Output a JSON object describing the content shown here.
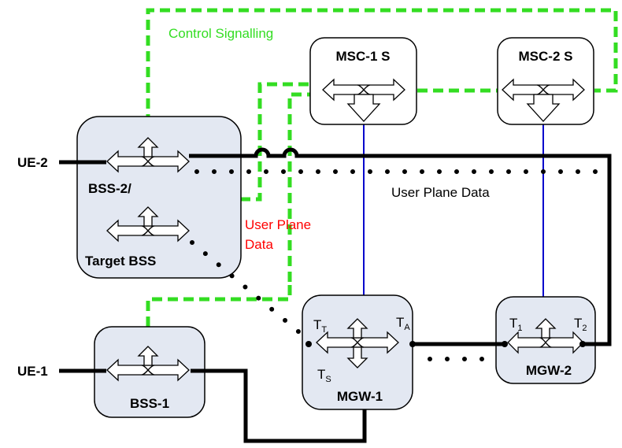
{
  "nodes": {
    "msc1": "MSC-1 S",
    "msc2": "MSC-2 S",
    "bss2": "BSS-2/",
    "target_bss": "Target BSS",
    "bss1": "BSS-1",
    "mgw1": "MGW-1",
    "mgw2": "MGW-2"
  },
  "endpoints": {
    "ue2": "UE-2",
    "ue1": "UE-1"
  },
  "annotations": {
    "control_signalling": "Control Signalling",
    "user_plane_data": "User Plane Data",
    "user_plane_red_line1": "User Plane",
    "user_plane_red_line2": "Data"
  },
  "terminations": {
    "tt": {
      "main": "T",
      "sub": "T"
    },
    "ta": {
      "main": "T",
      "sub": "A"
    },
    "ts": {
      "main": "T",
      "sub": "S"
    },
    "t1": {
      "main": "T",
      "sub": "1"
    },
    "t2": {
      "main": "T",
      "sub": "2"
    }
  },
  "colors": {
    "control_signalling": "#33dd22",
    "user_plane_red": "#ff0000",
    "msc_mgw_link": "#0000cc",
    "node_fill": "#e3e8f2",
    "bearer": "#000000"
  },
  "icons": {
    "switch": "switch-arrows-icon"
  }
}
